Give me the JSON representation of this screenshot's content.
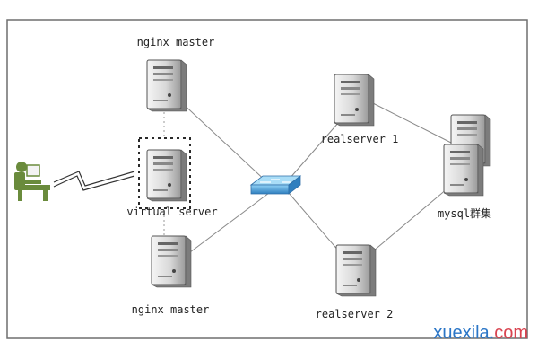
{
  "diagram": {
    "nodes": {
      "nginx_master_top": {
        "label": "nginx master"
      },
      "virtual_server": {
        "label": "virtual server"
      },
      "nginx_master_bottom": {
        "label": "nginx master"
      },
      "realserver_1": {
        "label": "realserver 1"
      },
      "realserver_2": {
        "label": "realserver 2"
      },
      "mysql_cluster": {
        "label": "mysql群集"
      }
    },
    "icons": {
      "client": "user-computer-icon",
      "server": "server-tower-icon",
      "switch": "network-switch-icon"
    },
    "colors": {
      "frame": "#6f6f6f",
      "links": "#8a8a8a",
      "switch": "#3f9ad8",
      "client": "#6a8b3c"
    }
  },
  "watermark": {
    "text": "xuexila.com",
    "colors": [
      "#2b76c7",
      "#d9434f"
    ]
  }
}
